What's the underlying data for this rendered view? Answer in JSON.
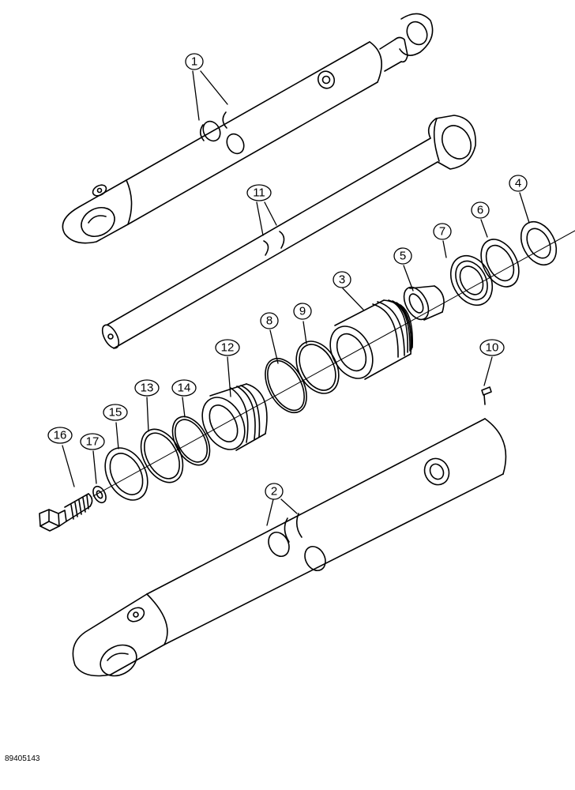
{
  "figure": {
    "reference_code": "89405143",
    "callouts": [
      {
        "id": "1",
        "text": "1"
      },
      {
        "id": "2",
        "text": "2"
      },
      {
        "id": "3",
        "text": "3"
      },
      {
        "id": "4",
        "text": "4"
      },
      {
        "id": "5",
        "text": "5"
      },
      {
        "id": "6",
        "text": "6"
      },
      {
        "id": "7",
        "text": "7"
      },
      {
        "id": "8",
        "text": "8"
      },
      {
        "id": "9",
        "text": "9"
      },
      {
        "id": "10",
        "text": "10"
      },
      {
        "id": "11",
        "text": "11"
      },
      {
        "id": "12",
        "text": "12"
      },
      {
        "id": "13",
        "text": "13"
      },
      {
        "id": "14",
        "text": "14"
      },
      {
        "id": "15",
        "text": "15"
      },
      {
        "id": "16",
        "text": "16"
      },
      {
        "id": "17",
        "text": "17"
      }
    ]
  }
}
